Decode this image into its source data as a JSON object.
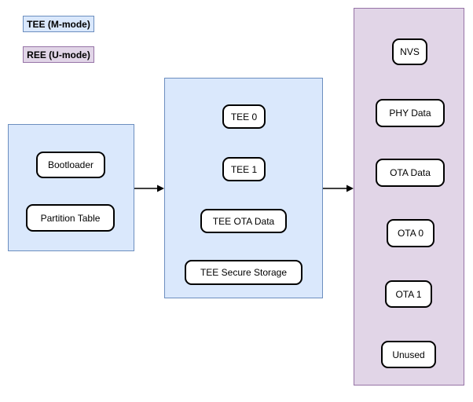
{
  "legend": {
    "tee": {
      "label": "TEE (M-mode)"
    },
    "ree": {
      "label": "REE (U-mode)"
    }
  },
  "colors": {
    "tee_fill": "#dae8fc",
    "tee_border": "#6c8ebf",
    "ree_fill": "#e1d5e7",
    "ree_border": "#9673a6",
    "node_fill": "#ffffff",
    "node_border": "#000000",
    "arrow": "#000000",
    "text": "#000000"
  },
  "containers": {
    "bootstage": {
      "region": "tee",
      "nodes": [
        {
          "label": "Bootloader"
        },
        {
          "label": "Partition Table"
        }
      ]
    },
    "tee_column": {
      "region": "tee",
      "nodes": [
        {
          "label": "TEE 0"
        },
        {
          "label": "TEE 1"
        },
        {
          "label": "TEE OTA Data"
        },
        {
          "label": "TEE Secure Storage"
        }
      ]
    },
    "ree_column": {
      "region": "ree",
      "nodes": [
        {
          "label": "NVS"
        },
        {
          "label": "PHY Data"
        },
        {
          "label": "OTA Data"
        },
        {
          "label": "OTA 0"
        },
        {
          "label": "OTA 1"
        },
        {
          "label": "Unused"
        }
      ]
    }
  },
  "arrows": [
    {
      "name": "bootstage-to-tee-column",
      "direction": "right"
    },
    {
      "name": "tee-column-to-ree-column",
      "direction": "right"
    }
  ]
}
